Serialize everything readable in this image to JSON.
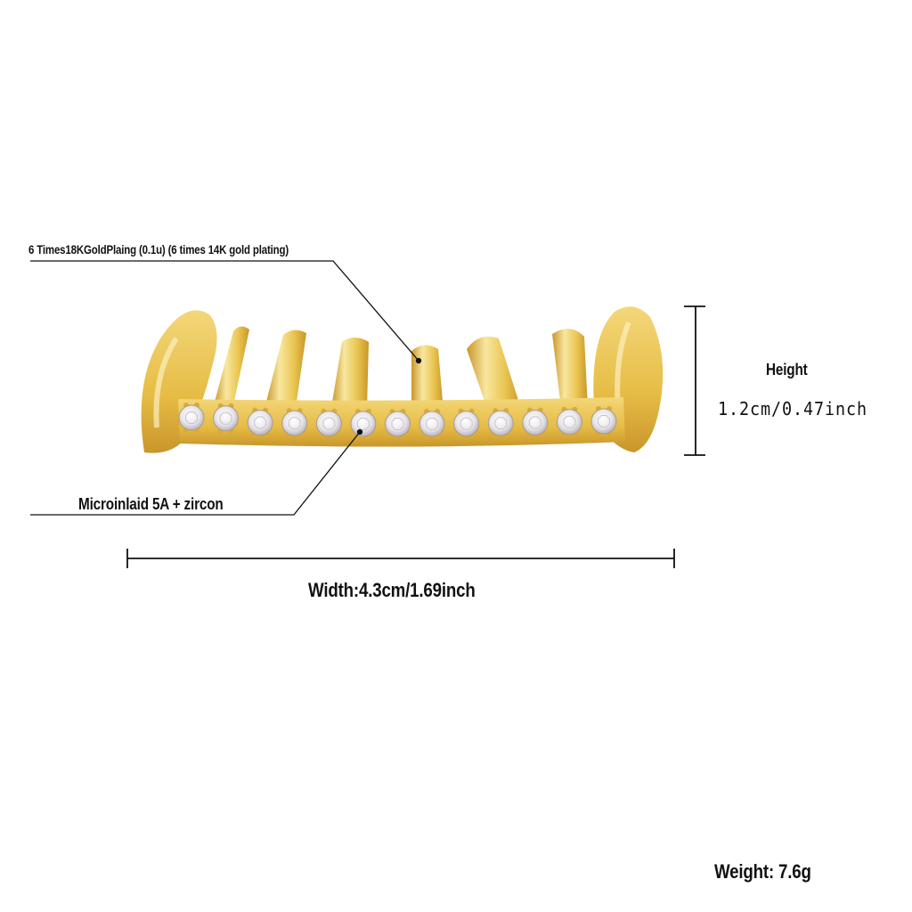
{
  "annotations": {
    "plating": "6 Times18KGoldPlaing (0.1u) (6 times 14K gold plating)",
    "stones": "Microinlaid 5A + zircon",
    "height_title": "Height",
    "height_value": "1.2cm/0.47inch",
    "width": "Width:4.3cm/1.69inch",
    "weight": "Weight: 7.6g"
  },
  "colors": {
    "gold": "#e9c44f",
    "gold_light": "#f8e7a0",
    "gold_dark": "#c9962a",
    "line": "#111111"
  },
  "product": {
    "name": "gold-grillz",
    "stone_count": 13
  }
}
